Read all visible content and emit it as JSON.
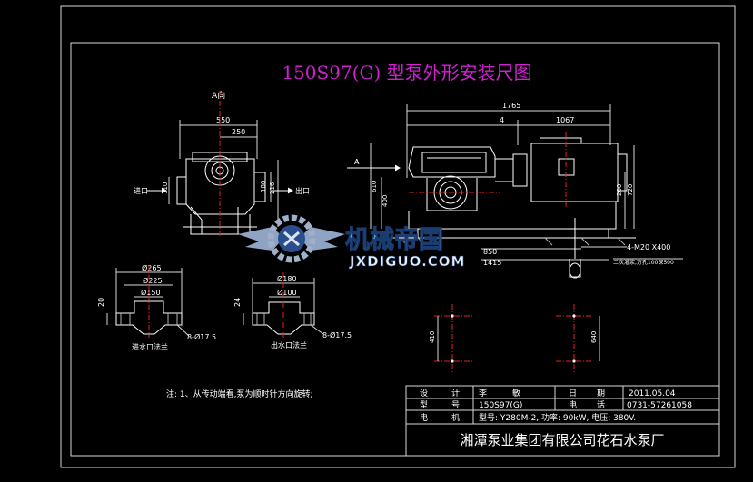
{
  "title": "150S97(G) 型泵外形安装尺图",
  "colors": {
    "background": "#000000",
    "frame": "#d8d8d8",
    "title": "#d020d0",
    "drawing": "#ffffff",
    "dimension": "#d8d8d8",
    "centerline": "#e02020",
    "logo_text": "#5fb4e8",
    "logo_gear": "#9fb0c8"
  },
  "views": {
    "a_view_label": "A向",
    "side_dims": [
      "550",
      "250",
      "180",
      "216",
      "110"
    ],
    "inlet_label": "进口",
    "outlet_label": "出口",
    "front_dims": [
      "1765",
      "4",
      "1067",
      "610",
      "400",
      "200",
      "720",
      "850",
      "1415"
    ],
    "arrow_a": "A",
    "anchor_bolt": "4-M20 X400",
    "grout_note": "二次灌浆,方孔100深500"
  },
  "flanges": {
    "inlet": {
      "dims": [
        "Ø265",
        "Ø225",
        "Ø150",
        "20"
      ],
      "bolts": "8-Ø17.5",
      "label": "进水口法兰"
    },
    "outlet": {
      "dims": [
        "Ø180",
        "Ø100",
        "24"
      ],
      "bolts": "8-Ø17.5",
      "label": "出水口法兰"
    }
  },
  "foundation": {
    "left_dim": "410",
    "right_dim": "640"
  },
  "note": "注: 1、从传动端看,泵为顺时针方向旋转;",
  "title_block": {
    "row1": [
      "设",
      "计",
      "李",
      "敏",
      "日",
      "期",
      "2011.05.04"
    ],
    "row2": [
      "型",
      "号",
      "150S97(G)",
      "电",
      "话",
      "0731-57261058"
    ],
    "row3": [
      "电",
      "机",
      "型号: Y280M-2, 功率: 90kW, 电压: 380V."
    ],
    "company": "湘潭泵业集团有限公司花石水泵厂"
  },
  "watermark": {
    "text": "机械帝国",
    "url": "JXDIGUO.COM"
  }
}
